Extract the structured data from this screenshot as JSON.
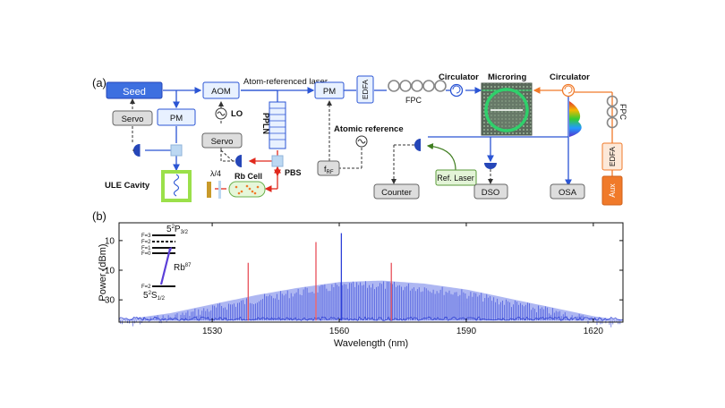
{
  "panel_a": {
    "label": "(a)",
    "seed": "Seed",
    "servo_left": "Servo",
    "pm_left": "PM",
    "ule_cavity": "ULE Cavity",
    "aom": "AOM",
    "lo": "LO",
    "servo_mid": "Servo",
    "pbs": "PBS",
    "ppln": "PPLN",
    "lambda4": "λ/4",
    "rb_cell": "Rb Cell",
    "atom_laser": "Atom-referenced laser",
    "pm_mid": "PM",
    "edfa_top": "EDFA",
    "atomic_reference": "Atomic reference",
    "frf": "f",
    "frf_sub": "RF",
    "fpc_top": "FPC",
    "circulator_left": "Circulator",
    "microring": "Microring",
    "circulator_right": "Circulator",
    "fpc_right": "FPC",
    "edfa_right": "EDFA",
    "aux": "Aux",
    "counter": "Counter",
    "ref_laser": "Ref. Laser",
    "dso": "DSO",
    "osa": "OSA",
    "colors": {
      "blue": "#2b55d4",
      "orange": "#f07a2a",
      "red": "#e0281c",
      "pd_blue": "#2546b8",
      "seed_fill": "#3d6fe0",
      "aux_fill": "#f07a2a",
      "ule_fill": "#9be04a",
      "ref_fill": "#e3f4d7"
    }
  },
  "panel_b": {
    "label": "(b)",
    "level_f3": "F=3",
    "level_f2": "F=2",
    "level_f1": "F=1",
    "level_f0": "F=0",
    "level_fg": "F=2",
    "p32": "5",
    "p32_sup": "2",
    "p32_tail": "P",
    "p32_sub": "3/2",
    "s12": "5",
    "s12_sup": "2",
    "s12_tail": "S",
    "s12_sub": "1/2",
    "rb": "Rb",
    "rb_sup": "87"
  },
  "chart_data": {
    "type": "line",
    "xlabel": "Wavelength (nm)",
    "ylabel": "Power (dBm)",
    "xlim": [
      1508,
      1627
    ],
    "ylim": [
      -45,
      22
    ],
    "xticks": [
      1530,
      1560,
      1590,
      1620
    ],
    "yticks": [
      10,
      -10,
      -30
    ],
    "series": [
      {
        "color": "#2d3fd8",
        "comb_envelope": {
          "x": [
            1510,
            1520,
            1530,
            1540,
            1550,
            1560,
            1570,
            1580,
            1590,
            1600,
            1610,
            1620,
            1625
          ],
          "y": [
            -43,
            -39,
            -33,
            -27,
            -22,
            -18,
            -17,
            -19,
            -23,
            -29,
            -35,
            -41,
            -43
          ]
        },
        "floor_dbm": -44
      },
      {
        "color": "#2d3fd8",
        "lines": [
          {
            "x": 1560.5,
            "y": 15
          }
        ]
      },
      {
        "color": "#e8505a",
        "lines": [
          {
            "x": 1538.5,
            "y": -5
          },
          {
            "x": 1554.5,
            "y": 9
          },
          {
            "x": 1572.3,
            "y": -5
          }
        ]
      }
    ]
  }
}
